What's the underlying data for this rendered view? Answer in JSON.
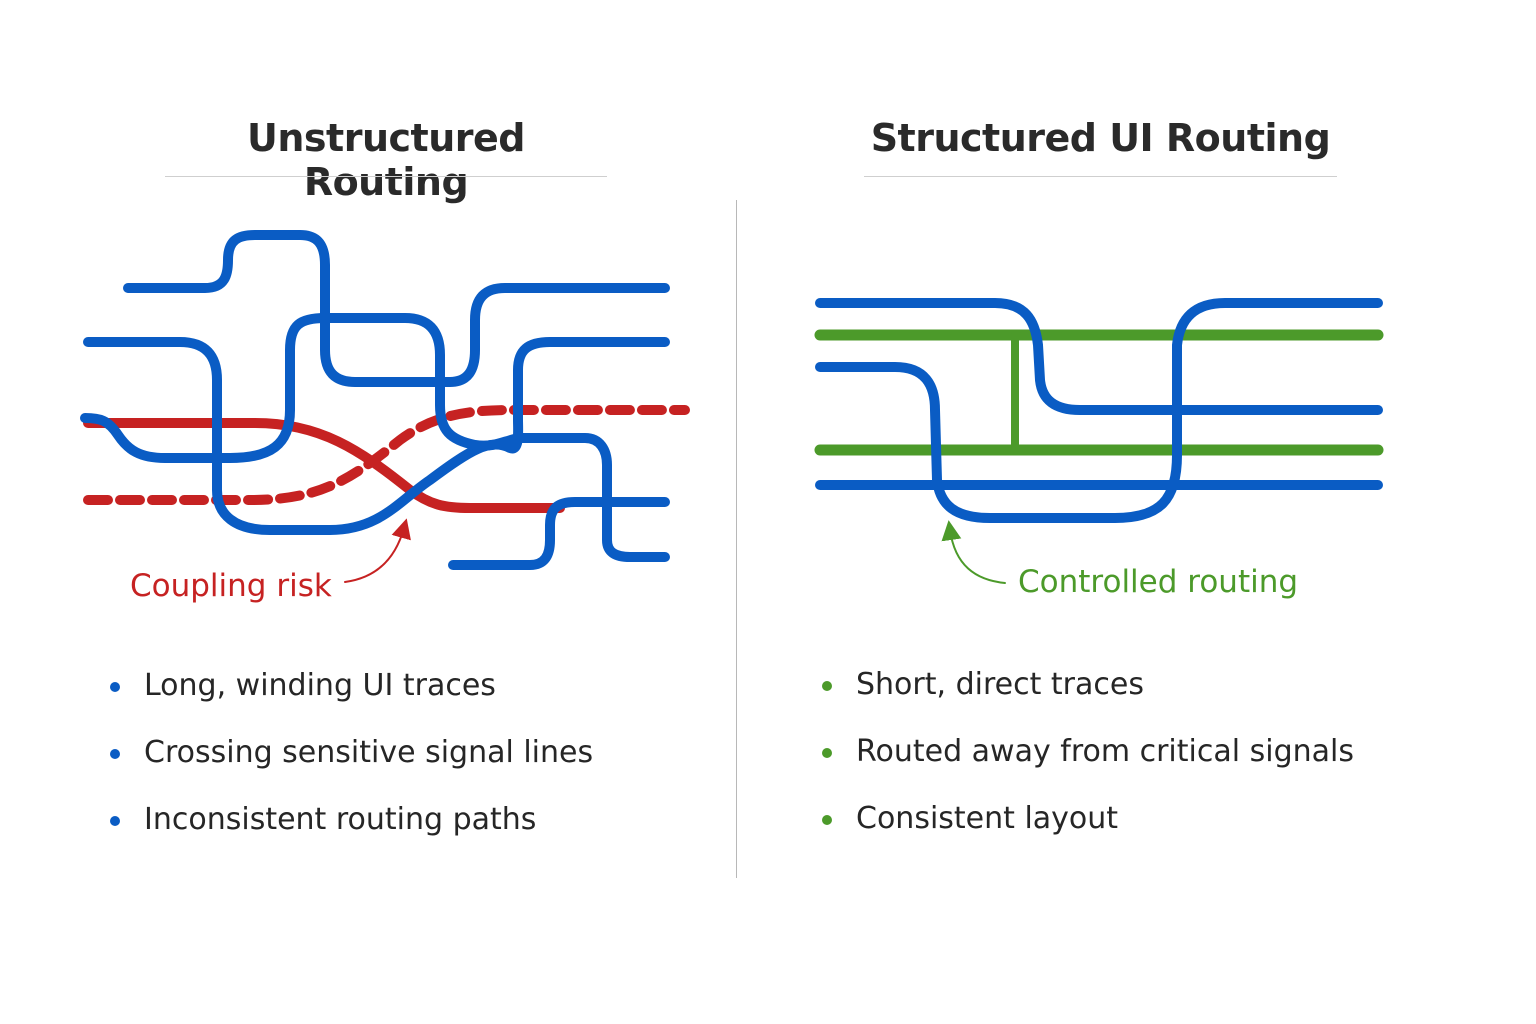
{
  "colors": {
    "ui_trace": "#0a5cc4",
    "sensitive_signal": "#c62222",
    "ground_plane": "#4c9a2a",
    "text": "#262626"
  },
  "panels": {
    "left": {
      "title": "Unstructured Routing",
      "callout": "Coupling risk",
      "bullets": [
        "Long, winding UI traces",
        "Crossing sensitive signal lines",
        "Inconsistent routing paths"
      ]
    },
    "right": {
      "title": "Structured UI Routing",
      "callout": "Controlled routing",
      "bullets": [
        "Short, direct traces",
        "Routed away from critical signals",
        "Consistent layout"
      ]
    }
  }
}
